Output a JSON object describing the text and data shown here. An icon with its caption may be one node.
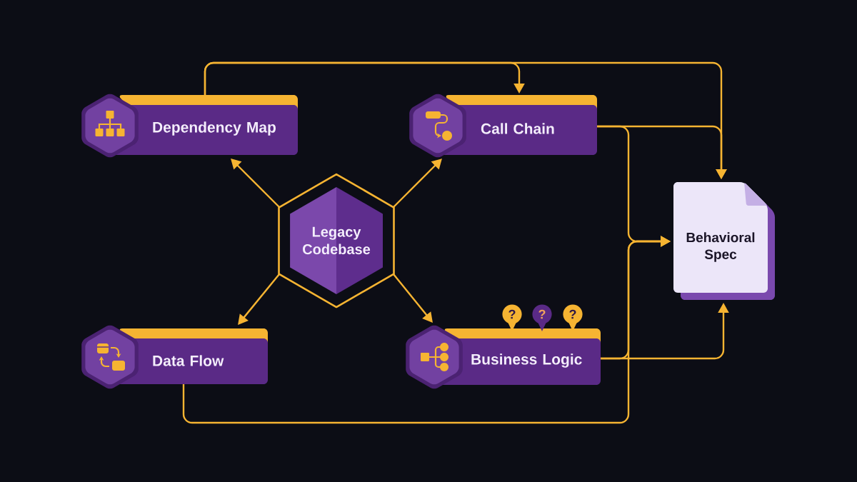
{
  "diagram": {
    "nodes": [
      {
        "text": [
          "Dependency Map"
        ]
      },
      {
        "text": [
          "Call Chain"
        ]
      },
      {
        "text": [
          "Legacy Codebase"
        ]
      },
      {
        "text": [
          "Behavioral Spec"
        ]
      },
      {
        "text": [
          "Data Flow"
        ]
      },
      {
        "text": [
          "Business Logic"
        ],
        "beside": [
          "?",
          "?",
          "?"
        ]
      }
    ],
    "edges": [
      {
        "from": 2,
        "to": 0,
        "arrow": "to"
      },
      {
        "from": 2,
        "to": 1,
        "arrow": "to"
      },
      {
        "from": 2,
        "to": 4,
        "arrow": "to"
      },
      {
        "from": 2,
        "to": 5,
        "arrow": "to"
      },
      {
        "from": 0,
        "to": 1,
        "arrow": "to"
      },
      {
        "from": 0,
        "to": 3,
        "arrow": "to"
      },
      {
        "from": 1,
        "to": 3,
        "arrow": "to"
      },
      {
        "from": 1,
        "to": 3,
        "arrow": "to"
      },
      {
        "from": 4,
        "to": 3,
        "arrow": "to"
      },
      {
        "from": 5,
        "to": 3,
        "arrow": "to"
      },
      {
        "from": 5,
        "to": 3,
        "arrow": "to"
      }
    ]
  }
}
